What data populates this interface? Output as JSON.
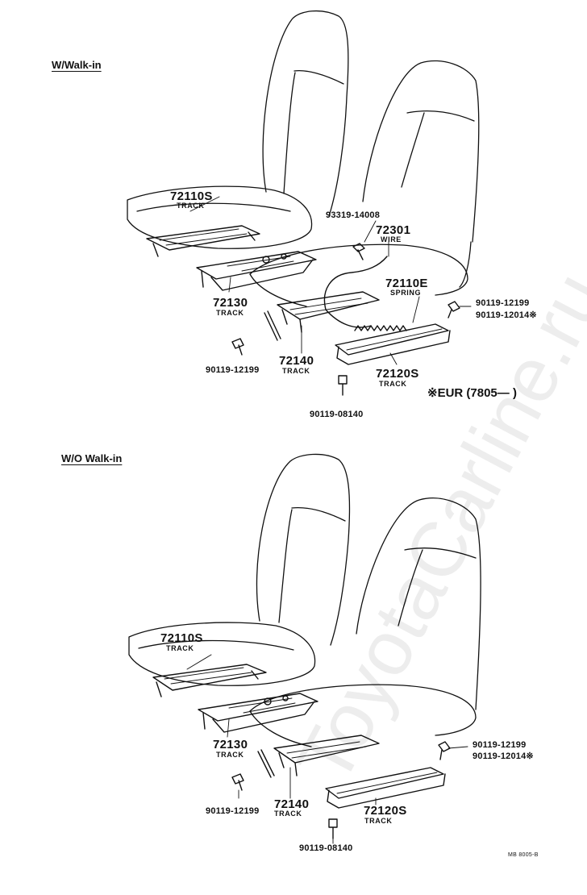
{
  "watermark": "ToyotaCarline.ru",
  "sections": {
    "with_walk_in": "W/Walk-in",
    "without_walk_in": "W/O Walk-in"
  },
  "note": "※EUR (7805—         )",
  "ref_code": "MB 8005-B",
  "top": {
    "p72110s": {
      "num": "72110S",
      "desc": "TRACK"
    },
    "p93319": {
      "num": "93319-14008"
    },
    "p72301": {
      "num": "72301",
      "desc": "WIRE"
    },
    "p72110e": {
      "num": "72110E",
      "desc": "SPRING"
    },
    "p72130": {
      "num": "72130",
      "desc": "TRACK"
    },
    "p90119_12199_r": {
      "num": "90119-12199"
    },
    "p90119_12014": {
      "num": "90119-12014※"
    },
    "p90119_12199_l": {
      "num": "90119-12199"
    },
    "p72140": {
      "num": "72140",
      "desc": "TRACK"
    },
    "p72120s": {
      "num": "72120S",
      "desc": "TRACK"
    },
    "p90119_08140": {
      "num": "90119-08140"
    }
  },
  "bottom": {
    "p72110s": {
      "num": "72110S",
      "desc": "TRACK"
    },
    "p72130": {
      "num": "72130",
      "desc": "TRACK"
    },
    "p90119_12199_r": {
      "num": "90119-12199"
    },
    "p90119_12014": {
      "num": "90119-12014※"
    },
    "p90119_12199_l": {
      "num": "90119-12199"
    },
    "p72140": {
      "num": "72140",
      "desc": "TRACK"
    },
    "p72120s": {
      "num": "72120S",
      "desc": "TRACK"
    },
    "p90119_08140": {
      "num": "90119-08140"
    }
  }
}
